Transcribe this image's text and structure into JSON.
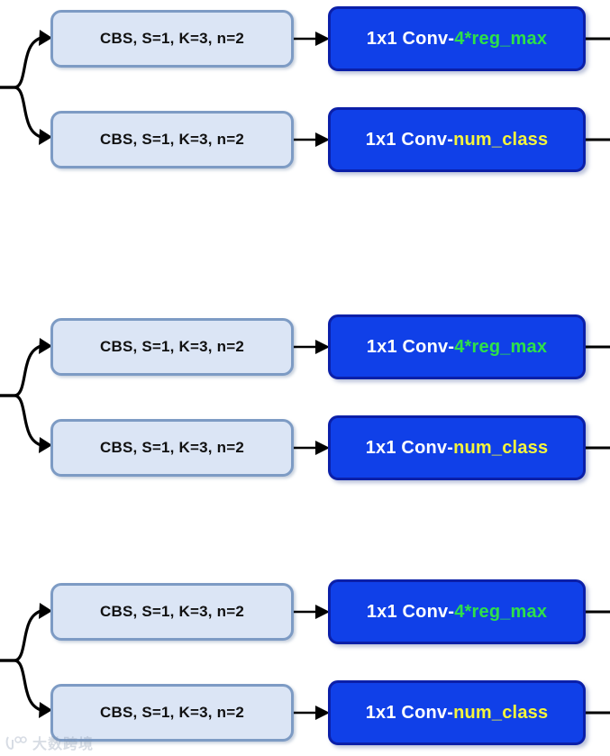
{
  "diagram": {
    "background_color": "#ffffff",
    "colors": {
      "cbs_fill": "#dbe5f5",
      "cbs_border": "#7d9bc4",
      "conv_fill": "#1040e8",
      "conv_border": "#0b1fa8",
      "reg_accent": "#2ee04a",
      "cls_accent": "#f5f53c",
      "arrow": "#000000",
      "text_dark": "#111111",
      "text_light": "#ffffff"
    },
    "groups": [
      {
        "id": "head-group-1",
        "rows": [
          {
            "id": "reg-branch-1",
            "cbs_label": "CBS, S=1, K=3, n=2",
            "conv_prefix": "1x1 Conv-",
            "conv_accent": "4*reg_max",
            "accent_color": "#2ee04a"
          },
          {
            "id": "cls-branch-1",
            "cbs_label": "CBS, S=1, K=3, n=2",
            "conv_prefix": "1x1 Conv-",
            "conv_accent": "num_class",
            "accent_color": "#f5f53c"
          }
        ]
      },
      {
        "id": "head-group-2",
        "rows": [
          {
            "id": "reg-branch-2",
            "cbs_label": "CBS, S=1, K=3, n=2",
            "conv_prefix": "1x1 Conv-",
            "conv_accent": "4*reg_max",
            "accent_color": "#2ee04a"
          },
          {
            "id": "cls-branch-2",
            "cbs_label": "CBS, S=1, K=3, n=2",
            "conv_prefix": "1x1 Conv-",
            "conv_accent": "num_class",
            "accent_color": "#f5f53c"
          }
        ]
      },
      {
        "id": "head-group-3",
        "rows": [
          {
            "id": "reg-branch-3",
            "cbs_label": "CBS, S=1, K=3, n=2",
            "conv_prefix": "1x1 Conv-",
            "conv_accent": "4*reg_max",
            "accent_color": "#2ee04a"
          },
          {
            "id": "cls-branch-3",
            "cbs_label": "CBS, S=1, K=3, n=2",
            "conv_prefix": "1x1 Conv-",
            "conv_accent": "num_class",
            "accent_color": "#f5f53c"
          }
        ]
      }
    ],
    "watermark": {
      "text": "大数跨境"
    }
  }
}
